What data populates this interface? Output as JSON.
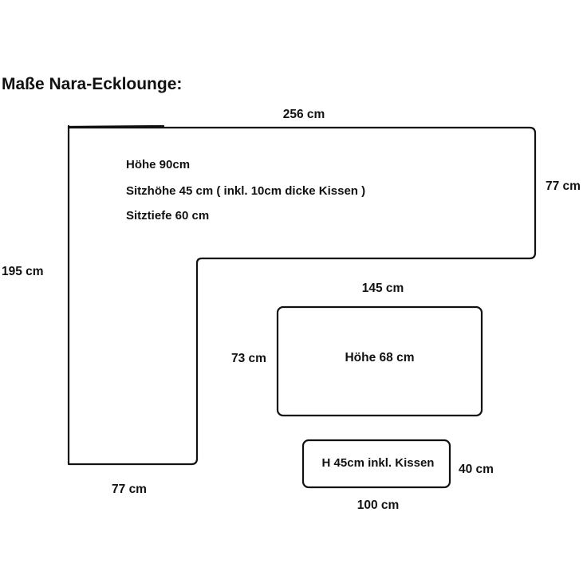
{
  "title": "Maße Nara-Ecklounge:",
  "lounge": {
    "width_label": "256 cm",
    "depth_right_label": "77 cm",
    "height_left_label": "195 cm",
    "depth_bottom_label": "77 cm",
    "specs": [
      "Höhe 90cm",
      "Sitzhöhe 45 cm ( inkl. 10cm dicke Kissen )",
      "Sitztiefe 60 cm"
    ]
  },
  "table": {
    "width_label": "145 cm",
    "depth_label": "73 cm",
    "height_label": "Höhe 68 cm"
  },
  "stool": {
    "height_label": "H 45cm inkl. Kissen",
    "depth_label": "40 cm",
    "width_label": "100 cm"
  }
}
